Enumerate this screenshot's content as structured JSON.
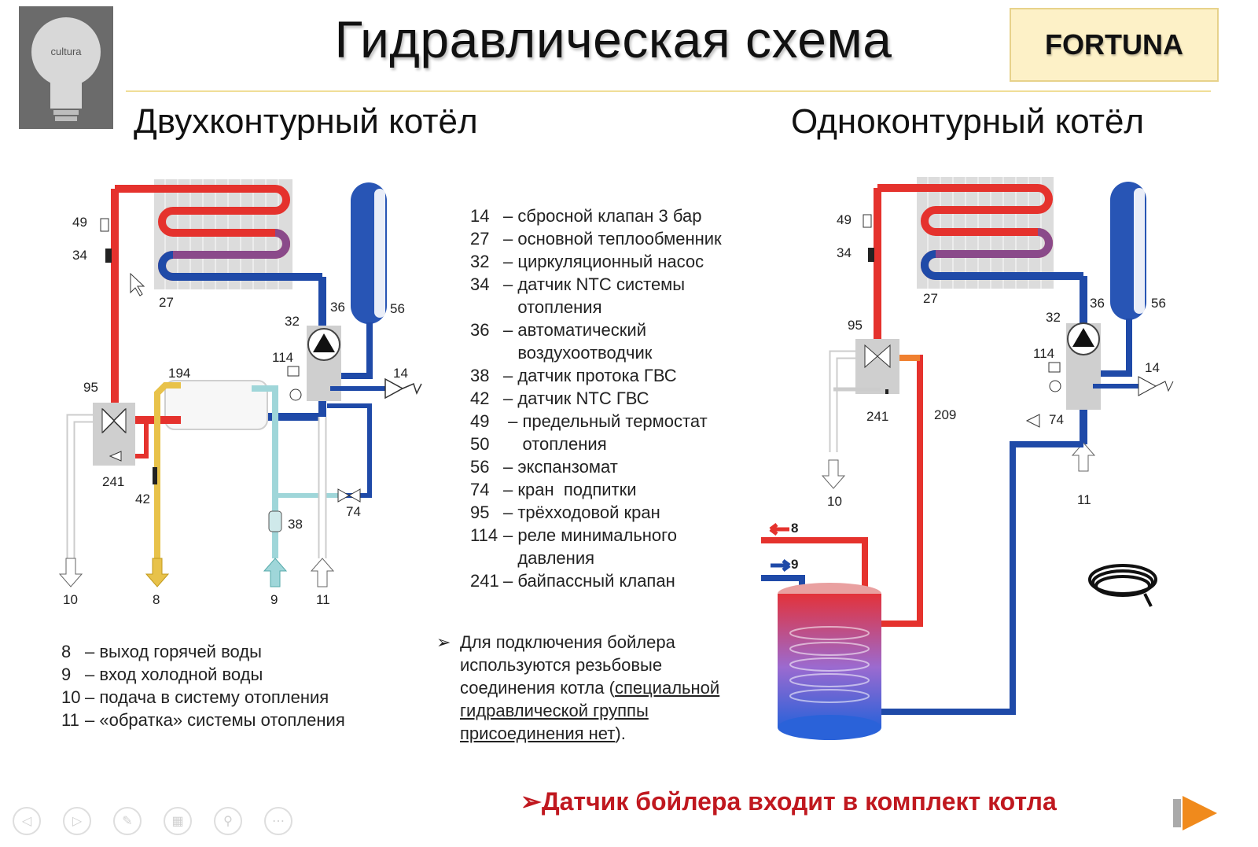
{
  "header": {
    "title": "Гидравлическая схема",
    "brand": "FORTUNA",
    "logo_word": "cultura"
  },
  "left": {
    "subtitle": "Двухконтурный котёл",
    "labels": {
      "l49": "49",
      "l34": "34",
      "l27": "27",
      "l32": "32",
      "l36": "36",
      "l56": "56",
      "l114": "114",
      "l194": "194",
      "l95": "95",
      "l14": "14",
      "l241": "241",
      "l42": "42",
      "l74": "74",
      "l38": "38",
      "o10": "10",
      "o8": "8",
      "o9": "9",
      "o11": "11"
    }
  },
  "right": {
    "subtitle": "Одноконтурный котёл",
    "labels": {
      "l49": "49",
      "l34": "34",
      "l27": "27",
      "l95": "95",
      "l32": "32",
      "l36": "36",
      "l56": "56",
      "l114": "114",
      "l14": "14",
      "l241": "241",
      "l209": "209",
      "l74": "74",
      "o10": "10",
      "o11": "11",
      "o8": "8",
      "o9": "9"
    }
  },
  "legend": [
    {
      "num": "14",
      "text": "– сбросной клапан 3 бар"
    },
    {
      "num": "27",
      "text": "– основной теплообменник"
    },
    {
      "num": "32",
      "text": "– циркуляционный насос"
    },
    {
      "num": "34",
      "text": "– датчик NTC системы"
    },
    {
      "num": "",
      "text": "   отопления"
    },
    {
      "num": "36",
      "text": "– автоматический"
    },
    {
      "num": "",
      "text": "   воздухоотводчик"
    },
    {
      "num": "38",
      "text": "– датчик протока ГВС"
    },
    {
      "num": "42",
      "text": "– датчик NTC ГВС"
    },
    {
      "num": "49",
      "text": " – предельный термостат"
    },
    {
      "num": "50",
      "text": "    отопления"
    },
    {
      "num": "56",
      "text": "– экспанзомат"
    },
    {
      "num": "74",
      "text": "– кран  подпитки"
    },
    {
      "num": "95",
      "text": "– трёхходовой кран"
    },
    {
      "num": "114",
      "text": "– реле минимального"
    },
    {
      "num": "",
      "text": "   давления"
    },
    {
      "num": "241",
      "text": "– байпассный клапан"
    }
  ],
  "outputs": [
    {
      "num": "8",
      "text": "– выход горячей воды"
    },
    {
      "num": "9",
      "text": "– вход холодной воды"
    },
    {
      "num": "10",
      "text": "– подача в систему отопления"
    },
    {
      "num": "11",
      "text": "– «обратка» системы отопления"
    }
  ],
  "note": {
    "arrow": "➢",
    "text_plain": "Для подключения бойлера используются резьбовые соединения котла (",
    "text_underlined": "специальной гидравлической группы присоединения нет",
    "text_end": ")."
  },
  "banner": "➢Датчик бойлера входит в комплект котла",
  "nav": {
    "buttons": [
      "◁",
      "▷",
      "✎",
      "▦",
      "⚲",
      "⋯"
    ]
  },
  "colors": {
    "hot": "#e5322d",
    "cold": "#1f4aa8",
    "dhw": "#e8c24a",
    "coldwater": "#9fd6d9",
    "white_pipe": "#ffffff",
    "gray_body": "#cfcfcf",
    "title_rule": "#f0de98",
    "brand_bg": "#fdf1c7",
    "banner": "#c0181f"
  }
}
